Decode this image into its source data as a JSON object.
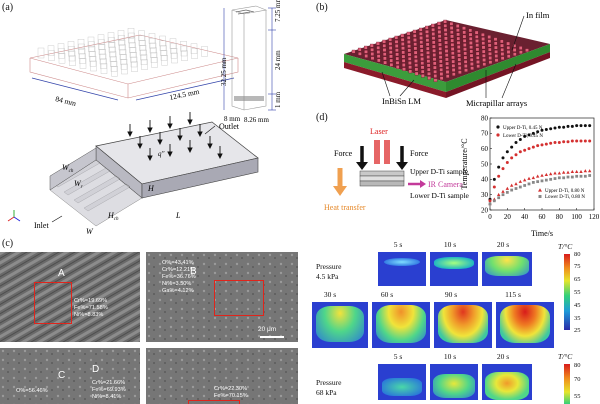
{
  "panels": {
    "a": "(a)",
    "b": "(b)",
    "c": "(c)",
    "d": "(d)"
  },
  "panel_a": {
    "dim_84": "84 mm",
    "dim_124": "124.5 mm",
    "dim_725": "7.25 mm",
    "dim_3225": "32.25 mm",
    "dim_24": "24 mm",
    "dim_1": "1 mm",
    "dim_8": "8 mm",
    "dim_826": "8.26 mm",
    "outlet": "Outlet",
    "inlet": "Inlet",
    "wch": "W",
    "wch_sub": "ch",
    "wr": "W",
    "wr_sub": "r",
    "hch": "H",
    "hch_sub": "ch",
    "h": "H",
    "w": "W",
    "l": "L",
    "q": "q\""
  },
  "panel_b": {
    "in_film": "In film",
    "inbisn": "InBiSn LM",
    "micropillar": "Micrapillar arrays"
  },
  "panel_d": {
    "laser": "Laser",
    "force_left": "Force",
    "force_right": "Force",
    "upper_sample": "Upper D-Ti sample",
    "ir_camera": "IR Camera",
    "lower_sample": "Lower D-Ti sample",
    "heat_transfer": "Heat transfer"
  },
  "panel_c": {
    "images": [
      {
        "letter": "A",
        "data": "Cr%=19.69%\nFe%=71.58%\nNi%=8.83%"
      },
      {
        "letter": "B",
        "data": "O%=43.41%\nCr%=12.21%\nFe%=36.76%\nNi%=3.50%\nGa%=4.12%",
        "scale": "20 μm"
      },
      {
        "letter": "C",
        "data": "O%=56.46%"
      },
      {
        "letter": "D",
        "data": "Cr%=21.66%\nFe%=69.93%\nNi%=8.41%"
      },
      {
        "letter": "",
        "data": "Cr%=22.30%\nFe%=70.15%"
      }
    ]
  },
  "ir_maps": {
    "pressure_1": "Pressure\n4.5 kPa",
    "pressure_2": "Pressure\n68 kPa",
    "row1_times": [
      "5 s",
      "10 s",
      "20 s"
    ],
    "row2_times": [
      "30 s",
      "60 s",
      "90 s",
      "115 s"
    ],
    "row3_times": [
      "5 s",
      "10 s",
      "20 s"
    ],
    "cbar_title": "T/°C",
    "cbar_ticks": [
      "80",
      "75",
      "65",
      "55",
      "45",
      "35",
      "25"
    ],
    "cbar2_ticks": [
      "80",
      "70",
      "55"
    ]
  },
  "chart_data": {
    "type": "scatter",
    "xlabel": "Time/s",
    "ylabel": "Temperature/°C",
    "xlim": [
      0,
      120
    ],
    "ylim": [
      20,
      80
    ],
    "xticks": [
      0,
      20,
      40,
      60,
      80,
      100,
      120
    ],
    "yticks": [
      20,
      30,
      40,
      50,
      60,
      70,
      80
    ],
    "legend_top": [
      "Upper D-Ti, 0.45 N",
      "Lower D-Ti, 0.45 N"
    ],
    "legend_bottom": [
      "Upper D-Ti, 0.80 N",
      "Lower D-Ti, 0.80 N"
    ],
    "series": [
      {
        "name": "Upper D-Ti, 0.45 N",
        "color": "#111111",
        "marker": "circle",
        "x": [
          0,
          5,
          10,
          15,
          20,
          25,
          30,
          35,
          40,
          45,
          50,
          55,
          60,
          65,
          70,
          75,
          80,
          85,
          90,
          95,
          100,
          105,
          110,
          115
        ],
        "y": [
          27,
          40,
          48,
          54,
          58,
          61,
          64,
          66,
          68,
          69,
          70,
          71,
          72,
          72.5,
          73,
          73.5,
          74,
          74,
          74.5,
          74.5,
          75,
          75,
          75,
          75
        ]
      },
      {
        "name": "Lower D-Ti, 0.45 N",
        "color": "#d43030",
        "marker": "circle",
        "x": [
          0,
          5,
          10,
          15,
          20,
          25,
          30,
          35,
          40,
          45,
          50,
          55,
          60,
          65,
          70,
          75,
          80,
          85,
          90,
          95,
          100,
          105,
          110,
          115
        ],
        "y": [
          26,
          35,
          42,
          47,
          51,
          54,
          56,
          58,
          59,
          60,
          61,
          62,
          62.5,
          63,
          63.5,
          64,
          64,
          64.5,
          64.5,
          65,
          65,
          65,
          65,
          65
        ]
      },
      {
        "name": "Upper D-Ti, 0.80 N",
        "color": "#d43030",
        "marker": "triangle",
        "x": [
          0,
          5,
          10,
          15,
          20,
          25,
          30,
          35,
          40,
          45,
          50,
          55,
          60,
          65,
          70,
          75,
          80,
          85,
          90,
          95,
          100,
          105,
          110,
          115
        ],
        "y": [
          24,
          27,
          30,
          32,
          34,
          36,
          37,
          38.5,
          39.5,
          40.5,
          41,
          42,
          42.5,
          43,
          43.5,
          44,
          44,
          44.5,
          44.5,
          45,
          45,
          45,
          45.5,
          45.5
        ]
      },
      {
        "name": "Lower D-Ti, 0.80 N",
        "color": "#888888",
        "marker": "square",
        "x": [
          0,
          5,
          10,
          15,
          20,
          25,
          30,
          35,
          40,
          45,
          50,
          55,
          60,
          65,
          70,
          75,
          80,
          85,
          90,
          95,
          100,
          105,
          110,
          115
        ],
        "y": [
          24,
          26,
          28,
          30,
          31.5,
          33,
          34,
          35,
          36,
          37,
          38,
          38.5,
          39,
          39.5,
          40,
          40.5,
          41,
          41,
          41.5,
          41.5,
          42,
          42,
          42,
          42.5
        ]
      }
    ]
  }
}
